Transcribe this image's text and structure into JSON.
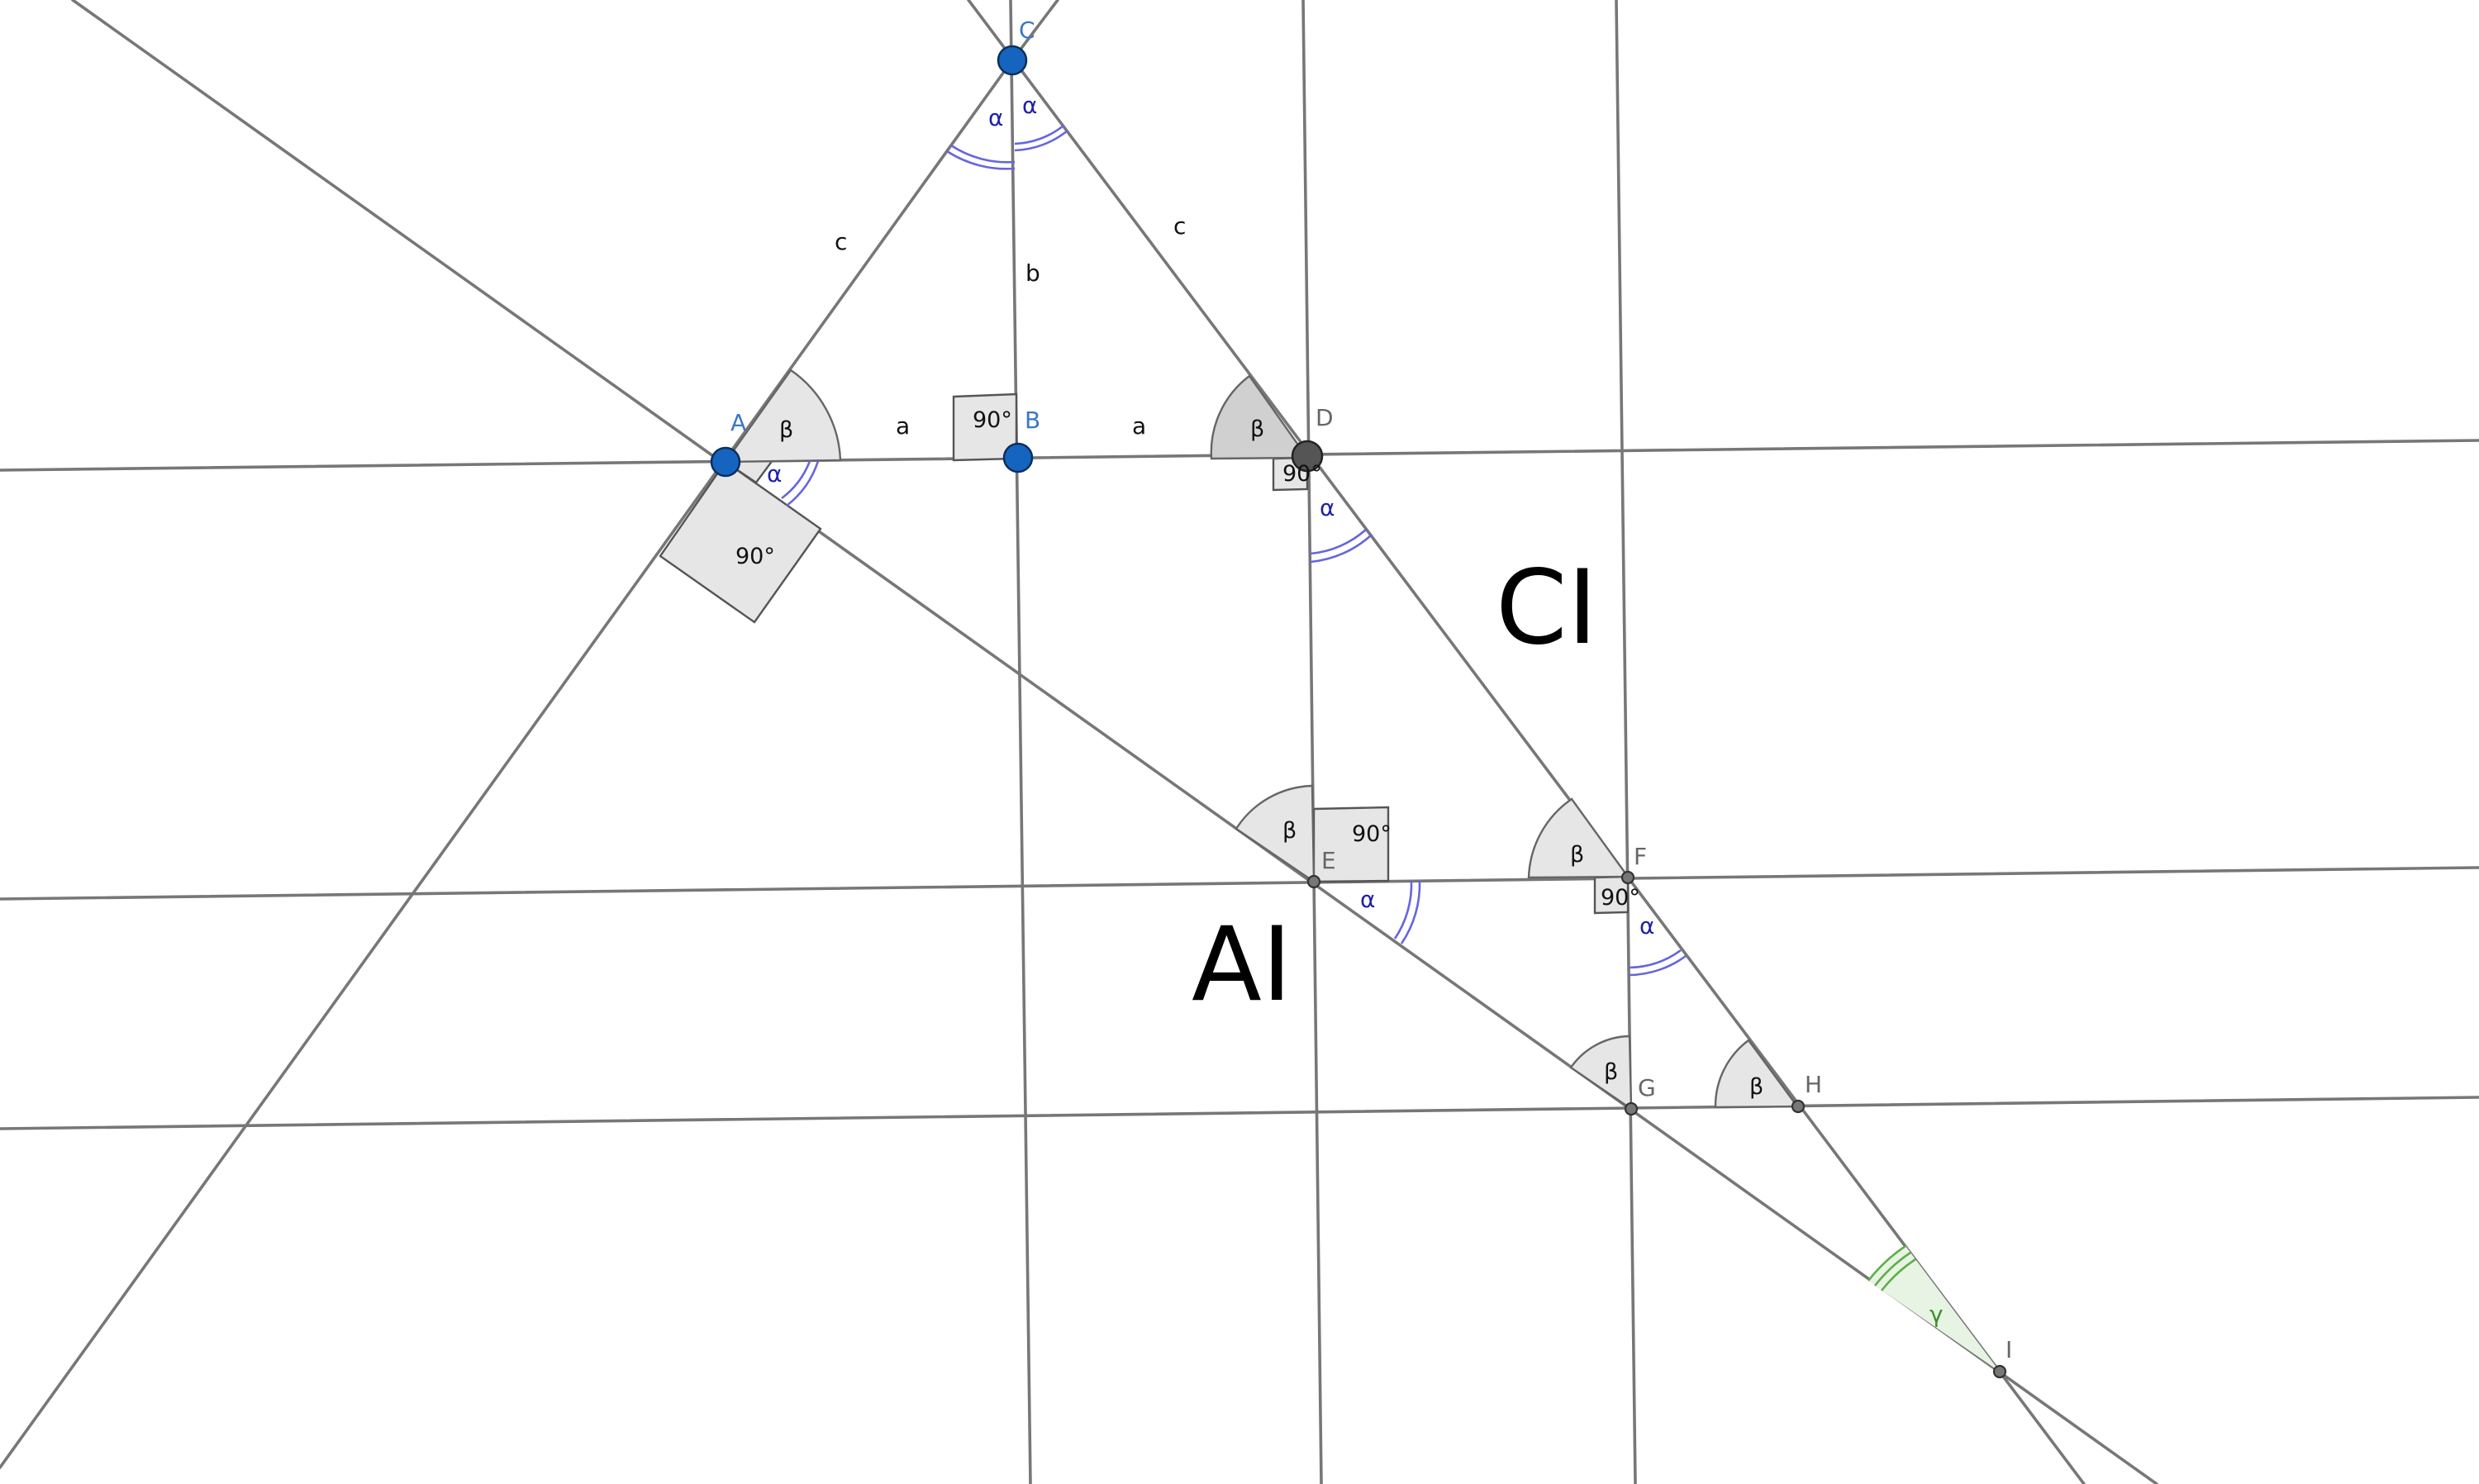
{
  "points": {
    "A": "A",
    "B": "B",
    "C": "C",
    "D": "D",
    "E": "E",
    "F": "F",
    "G": "G",
    "H": "H",
    "I": "I"
  },
  "segments": {
    "a": "a",
    "b": "b",
    "c": "c"
  },
  "angles": {
    "alpha": "α",
    "beta": "β",
    "gamma": "γ",
    "right": "90°"
  },
  "regions": {
    "CI": "CI",
    "AI": "AI"
  },
  "colors": {
    "line": "#777777",
    "point_blue": "#1565c0",
    "alpha_arc": "#6666dd",
    "gamma_arc": "#5fae4a"
  }
}
